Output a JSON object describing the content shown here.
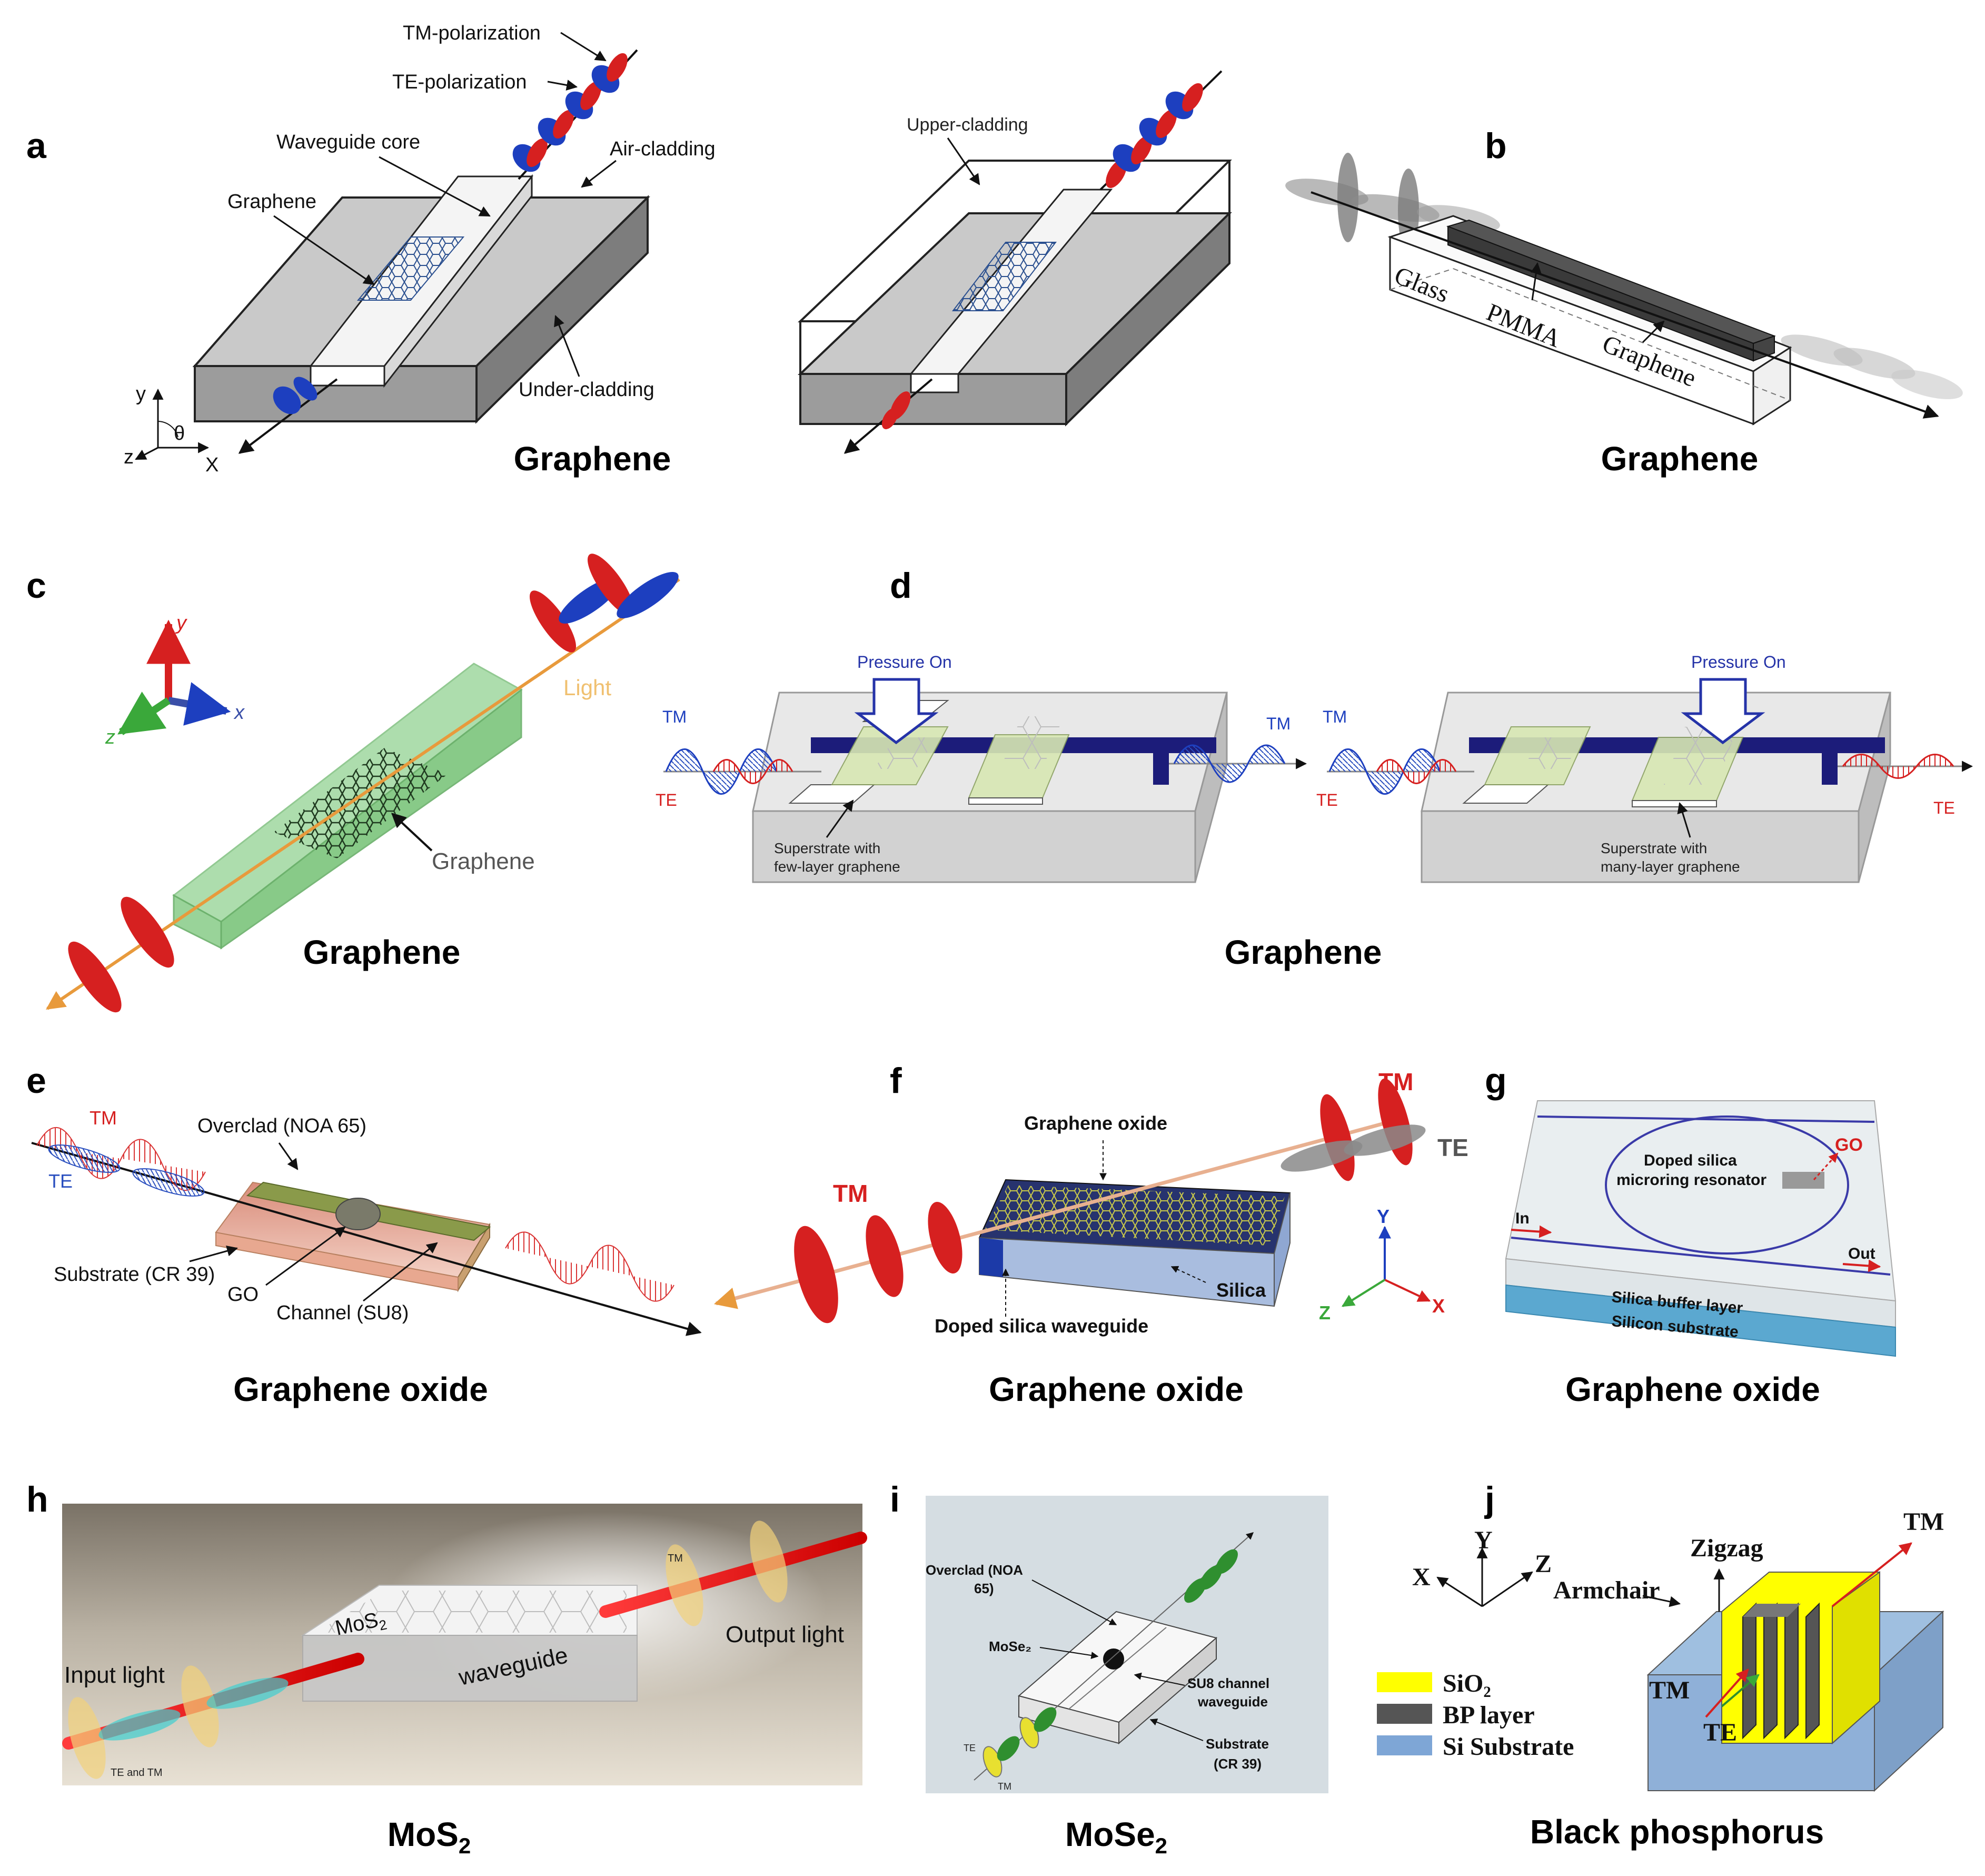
{
  "panel_letters": [
    "a",
    "b",
    "c",
    "d",
    "e",
    "f",
    "g",
    "h",
    "i",
    "j"
  ],
  "captions": {
    "a": "Graphene",
    "b": "Graphene",
    "c": "Graphene",
    "d": "Graphene",
    "e": "Graphene oxide",
    "f": "Graphene oxide",
    "g": "Graphene oxide",
    "h": "MoS",
    "h_sub": "2",
    "i": "MoSe",
    "i_sub": "2",
    "j": "Black phosphorus"
  },
  "a": {
    "tm_polarization": "TM-polarization",
    "te_polarization": "TE-polarization",
    "waveguide_core": "Waveguide core",
    "air_cladding": "Air-cladding",
    "graphene": "Graphene",
    "under_cladding": "Under-cladding",
    "upper_cladding": "Upper-cladding",
    "axis_y": "y",
    "axis_z": "z",
    "axis_x": "X",
    "axis_theta": "θ"
  },
  "b": {
    "glass": "Glass",
    "pmma": "PMMA",
    "graphene": "Graphene"
  },
  "c": {
    "light": "Light",
    "graphene": "Graphene",
    "axis_x": "x",
    "axis_y": "y",
    "axis_z": "z"
  },
  "d": {
    "pressure_on": "Pressure On",
    "tm": "TM",
    "te": "TE",
    "few_layer_1": "Superstrate with",
    "few_layer_2": "few-layer graphene",
    "many_layer_1": "Superstrate with",
    "many_layer_2": "many-layer graphene"
  },
  "e": {
    "tm": "TM",
    "te": "TE",
    "overclad": "Overclad (NOA 65)",
    "substrate": "Substrate (CR 39)",
    "go": "GO",
    "channel": "Channel (SU8)"
  },
  "f": {
    "tm": "TM",
    "te": "TE",
    "graphene_oxide": "Graphene oxide",
    "silica": "Silica",
    "doped_waveguide": "Doped silica waveguide",
    "axis_x": "X",
    "axis_y": "Y",
    "axis_z": "Z"
  },
  "g": {
    "resonator_1": "Doped silica",
    "resonator_2": "microring resonator",
    "go": "GO",
    "in": "In",
    "out": "Out",
    "buffer": "Silica buffer layer",
    "substrate": "Silicon substrate"
  },
  "h": {
    "mos2": "MoS",
    "mos2_sub": "2",
    "waveguide": "waveguide",
    "input_light": "Input light",
    "output_light": "Output light",
    "te_and_tm": "TE and TM",
    "tm": "TM"
  },
  "i": {
    "overclad_1": "Overclad (NOA",
    "overclad_2": "65)",
    "mose2": "MoSe₂",
    "su8_1": "SU8 channel",
    "su8_2": "waveguide",
    "substrate_1": "Substrate",
    "substrate_2": "(CR 39)",
    "te": "TE",
    "tm": "TM"
  },
  "j": {
    "axis_x": "X",
    "axis_y": "Y",
    "axis_z": "Z",
    "zigzag": "Zigzag",
    "armchair": "Armchair",
    "tm_top": "TM",
    "tm_in": "TM",
    "te": "TE",
    "legend": [
      "SiO₂",
      "BP layer",
      "Si Substrate"
    ]
  },
  "colors": {
    "te_wave": "#1d3fbf",
    "tm_wave": "#d62020",
    "sio2": "#ffff00",
    "bp_layer": "#555555",
    "si_substrate": "#7ea6d6"
  }
}
